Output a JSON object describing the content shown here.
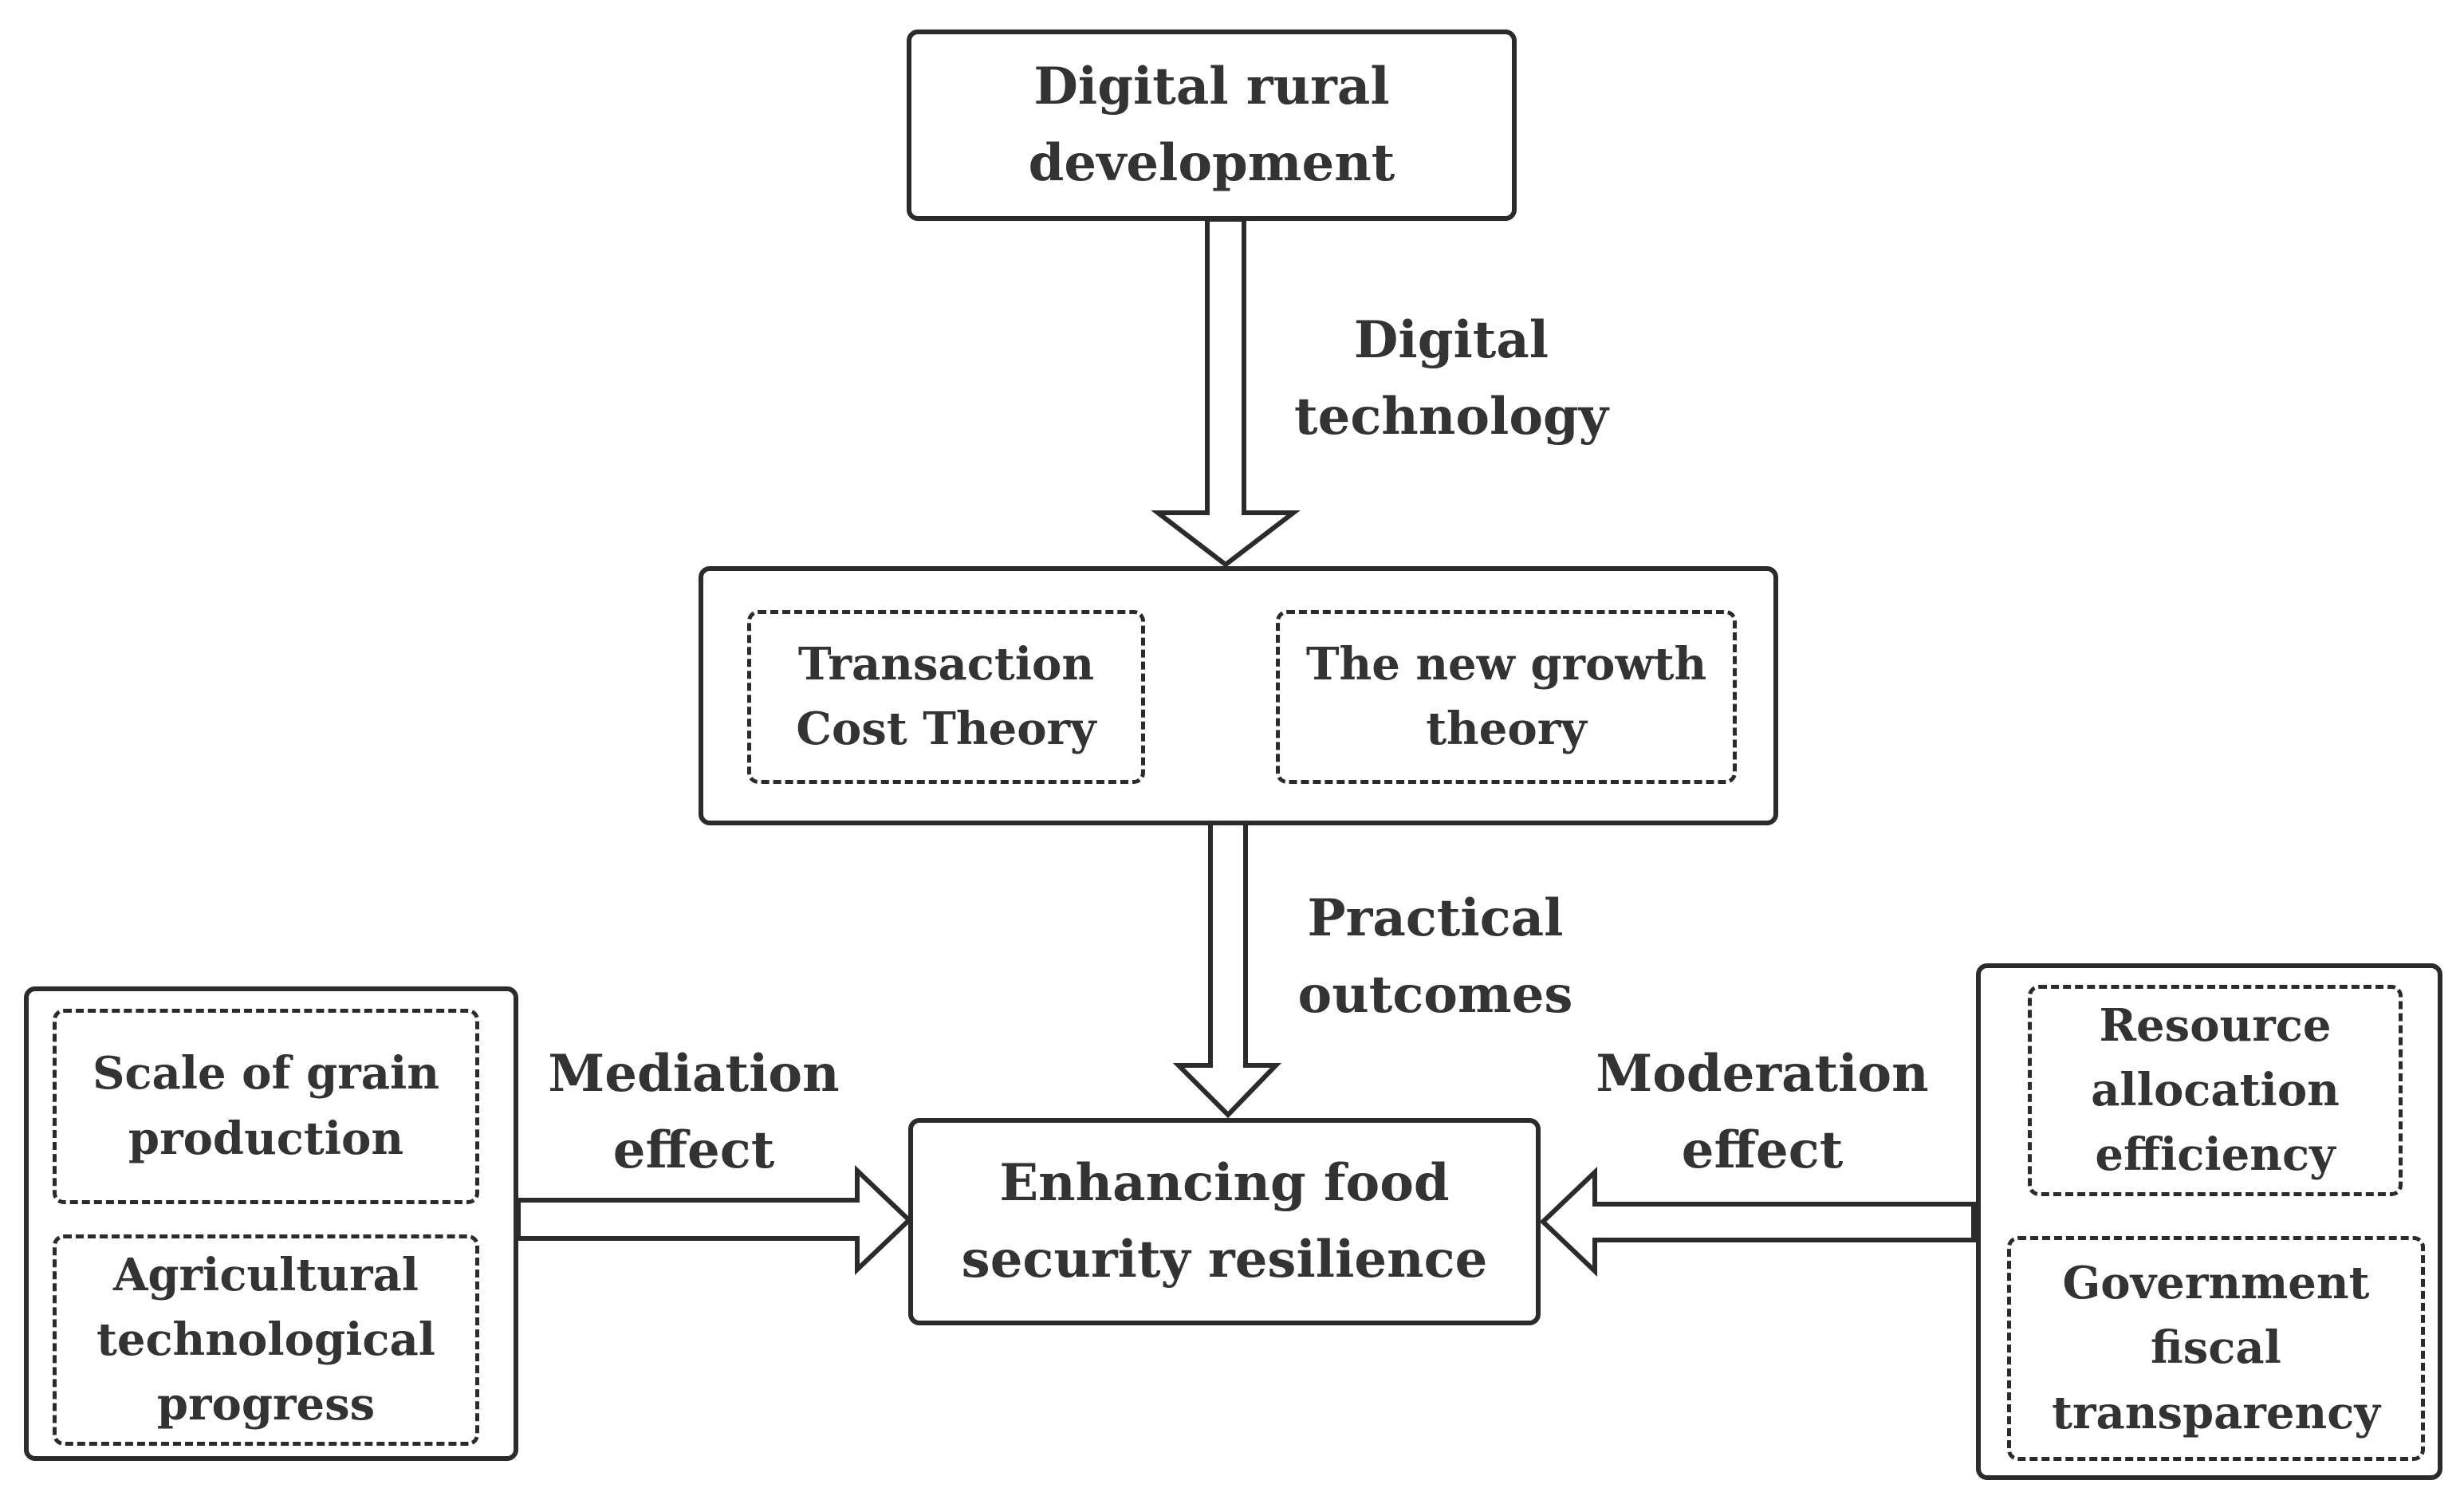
{
  "nodes": {
    "top": [
      "Digital rural",
      "development"
    ],
    "middle_left": [
      "Transaction",
      "Cost Theory"
    ],
    "middle_right": [
      "The new growth",
      "theory"
    ],
    "bottom": [
      "Enhancing food",
      "security resilience"
    ],
    "left_top": [
      "Scale of grain",
      "production"
    ],
    "left_bottom": [
      "Agricultural",
      "technological",
      "progress"
    ],
    "right_top": [
      "Resource",
      "allocation",
      "efficiency"
    ],
    "right_bottom": [
      "Government",
      "fiscal",
      "transparency"
    ]
  },
  "edges": {
    "digital_technology": [
      "Digital",
      "technology"
    ],
    "practical_outcomes": [
      "Practical",
      "outcomes"
    ],
    "mediation_effect": [
      "Mediation",
      "effect"
    ],
    "moderation_effect": [
      "Moderation",
      "effect"
    ]
  }
}
